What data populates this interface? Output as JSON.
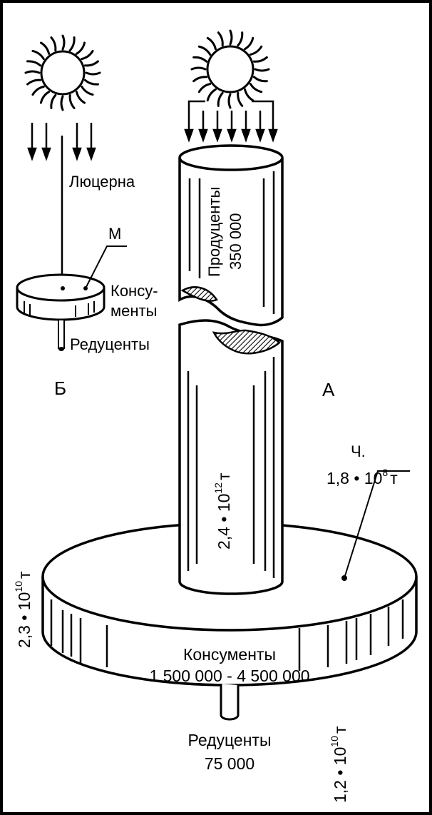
{
  "panel_b": {
    "letter": "Б",
    "plant": "Люцерна",
    "animal_marker": "М",
    "consumers_line1": "Консу-",
    "consumers_line2": "менты",
    "reducers": "Редуценты"
  },
  "panel_a": {
    "letter": "А",
    "producers": "Продуценты",
    "producers_count": "350 000",
    "producers_mass": "2,4 • 10",
    "producers_mass_exp": "12",
    "producers_mass_unit": "т",
    "human_marker": "Ч.",
    "human_mass": "1,8 • 10",
    "human_mass_exp": "8",
    "human_mass_unit": "т",
    "consumers": "Консументы",
    "consumers_count": "1 500 000 - 4 500 000",
    "consumers_mass": "2,3 • 10",
    "consumers_mass_exp": "10",
    "consumers_mass_unit": "т",
    "reducers": "Редуценты",
    "reducers_count": "75 000",
    "reducers_mass": "1,2 • 10",
    "reducers_mass_exp": "10",
    "reducers_mass_unit": "т"
  }
}
